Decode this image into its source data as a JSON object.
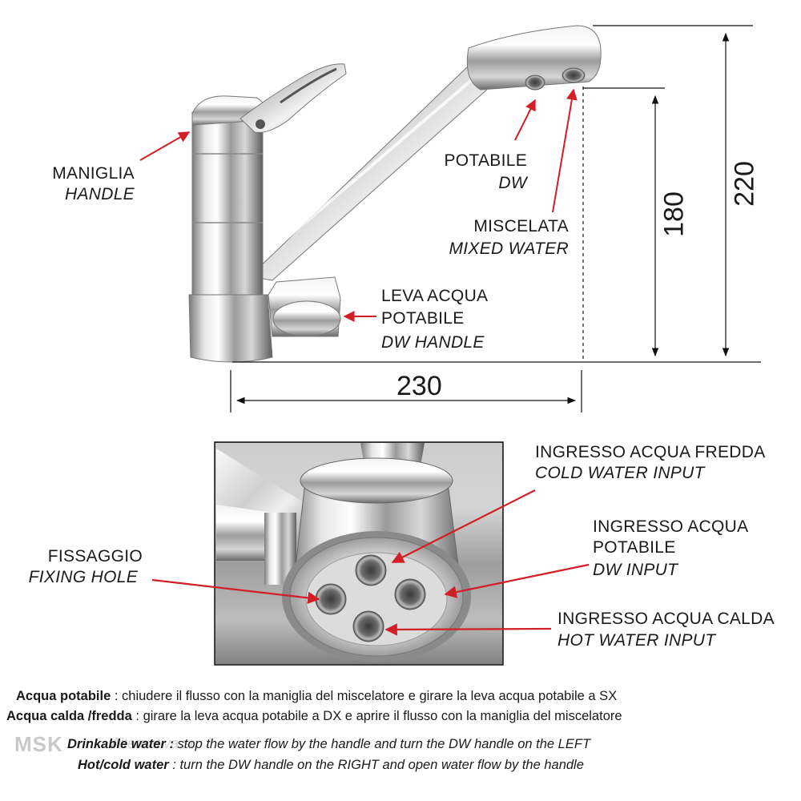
{
  "dimensions": {
    "width": "230",
    "height_outlet": "180",
    "height_total": "220"
  },
  "labels": {
    "handle_it": "MANIGLIA",
    "handle_en": "HANDLE",
    "dw_it": "POTABILE",
    "dw_en": "DW",
    "mixed_it": "MISCELATA",
    "mixed_en": "MIXED WATER",
    "dwhandle_it1": "LEVA ACQUA",
    "dwhandle_it2": "POTABILE",
    "dwhandle_en": "DW HANDLE",
    "fixing_it": "FISSAGGIO",
    "fixing_en": "FIXING HOLE",
    "cold_it": "INGRESSO ACQUA FREDDA",
    "cold_en": "COLD WATER INPUT",
    "dwin_it1": "INGRESSO ACQUA",
    "dwin_it2": "POTABILE",
    "dwin_en": "DW INPUT",
    "hot_it": "INGRESSO ACQUA CALDA",
    "hot_en": "HOT WATER INPUT"
  },
  "notes": {
    "it1_bold": "Acqua potabile",
    "it1_text": " : chiudere il flusso con la maniglia del miscelatore e girare la leva acqua potabile a SX",
    "it2_bold": "Acqua calda /fredda",
    "it2_text": "  : girare la leva acqua potabile a DX e aprire il flusso con la maniglia del miscelatore",
    "en1_bold": "Drinkable water :",
    "en1_text": " stop the water flow by the handle and turn the DW handle on the LEFT",
    "en2_bold": "Hot/cold water",
    "en2_text": " : turn the DW handle on the RIGHT and open water flow by the handle"
  },
  "watermark": {
    "brand": "MSK",
    "site": "Alternativa.su"
  },
  "colors": {
    "arrow": "#d21e26",
    "line": "#111111"
  }
}
